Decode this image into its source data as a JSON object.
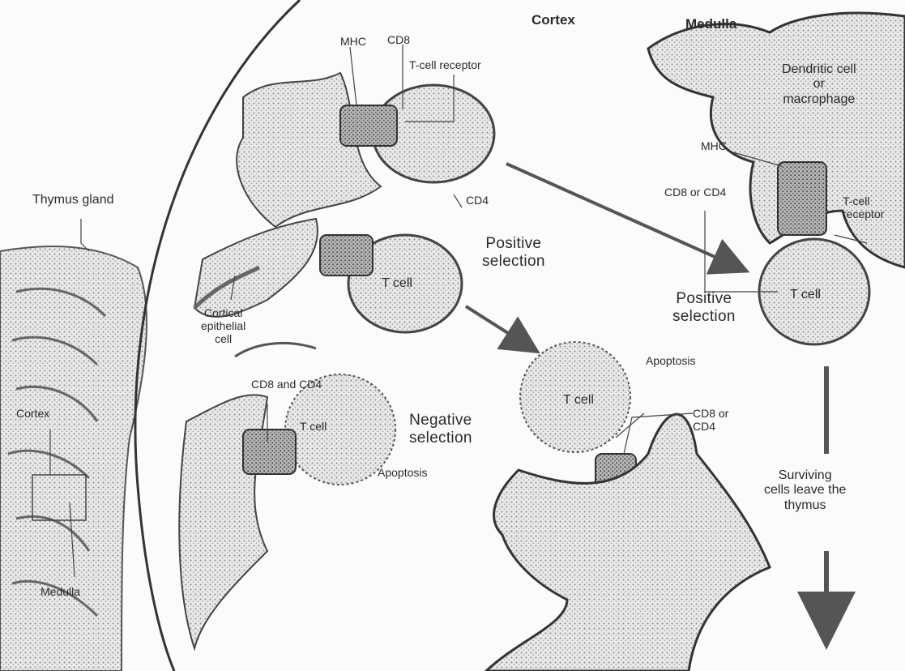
{
  "labels": {
    "cortex_header": "Cortex",
    "medulla_header": "Medulla",
    "mhc_top": "MHC",
    "cd8_top": "CD8",
    "tcell_receptor": "T-cell receptor",
    "cd4_top": "CD4",
    "thymus_gland": "Thymus gland",
    "positive_selection_1": "Positive\nselection",
    "t_cell_1": "T cell",
    "cortical_epithelial_cell": "Cortical\nepithelial\ncell",
    "cd8_and_cd4": "CD8 and CD4",
    "t_cell_2": "T cell",
    "negative_selection": "Negative\nselection",
    "apoptosis_1": "Apoptosis",
    "apoptosis_2": "Apoptosis",
    "t_cell_3": "T cell",
    "cd8_or_cd4_lower": "CD8 or\nCD4",
    "cortex_inset": "Cortex",
    "medulla_inset": "Medulla",
    "dendritic_cell": "Dendritic cell\nor\nmacrophage",
    "mhc_right": "MHC",
    "cd8_or_cd4_right": "CD8 or CD4",
    "tcell_receptor_right": "T-cell\nreceptor",
    "t_cell_4": "T cell",
    "positive_selection_2": "Positive\nselection",
    "surviving_cells": "Surviving\ncells leave the\nthymus"
  }
}
